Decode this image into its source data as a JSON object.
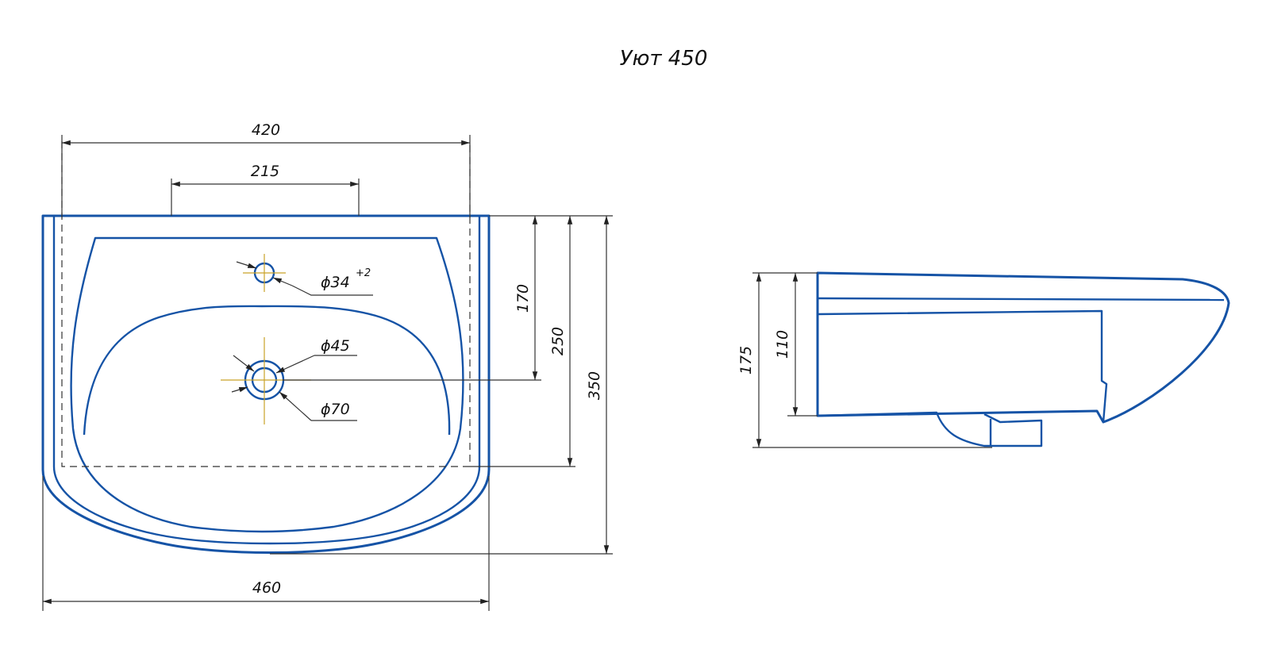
{
  "title": "Уют 450",
  "front_view": {
    "dimensions": {
      "width_top": "420",
      "tap_spacing": "215",
      "width_overall": "460",
      "depth_tap_hole": "170",
      "depth_drain": "250",
      "depth_overall": "350"
    },
    "callouts": {
      "tap_hole": "ϕ34",
      "tap_hole_tolerance": "+2",
      "drain_inner": "ϕ45",
      "drain_outer": "ϕ70"
    }
  },
  "side_view": {
    "dimensions": {
      "height_overall": "175",
      "bowl_depth": "110"
    }
  },
  "colors": {
    "outline": "#1553a6",
    "dimension_lines": "#333333",
    "center_marks": "#c9a227"
  }
}
